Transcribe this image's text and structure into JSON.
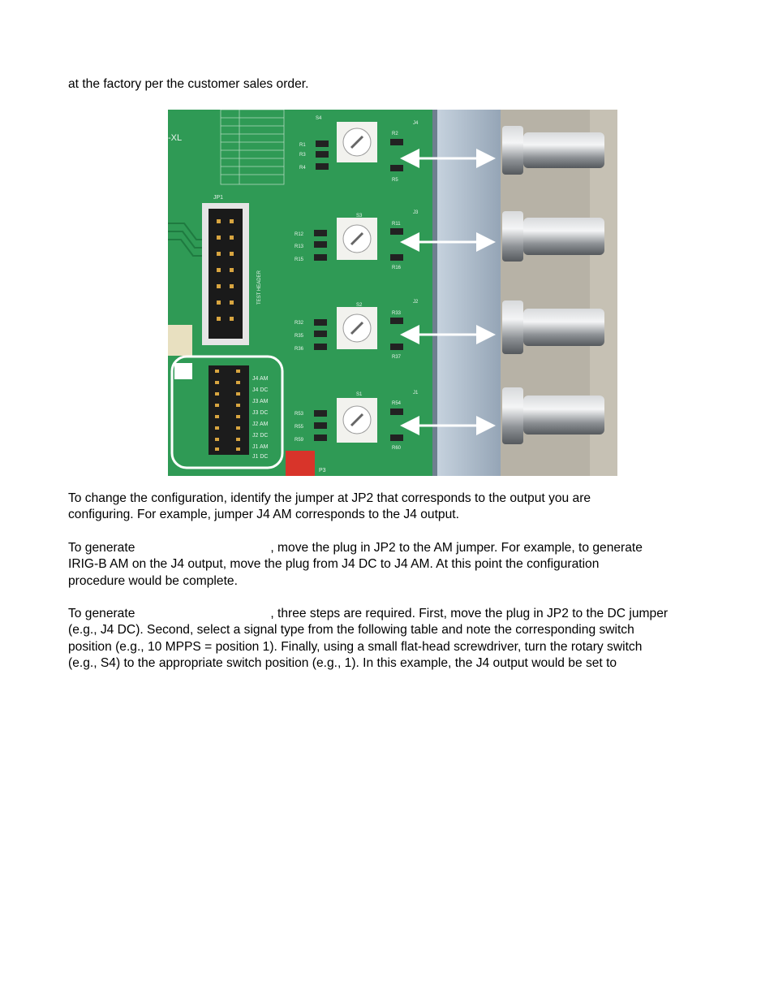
{
  "intro_line": "at the factory per the customer sales order.",
  "photo": {
    "labels": {
      "s4": "S4",
      "s3": "S3",
      "s2": "S2",
      "s1": "S1",
      "r1": "R1",
      "r2": "R2",
      "r3": "R3",
      "r4": "R4",
      "r5": "R5",
      "r11": "R11",
      "r12": "R12",
      "r13": "R13",
      "r15": "R15",
      "r16": "R16",
      "r32": "R32",
      "r33": "R33",
      "r35": "R35",
      "r36": "R36",
      "r37": "R37",
      "r53": "R53",
      "r54": "R54",
      "r55": "R55",
      "r59": "R59",
      "r60": "R60",
      "j4": "J4",
      "j3": "J3",
      "j2": "J2",
      "j1": "J1",
      "jp1": "JP1",
      "test_header": "TEST HEADER",
      "p3": "P3",
      "xl": "-XL",
      "jp2_rows": [
        "J4 AM",
        "J4 DC",
        "J3 AM",
        "J3 DC",
        "J2 AM",
        "J2 DC",
        "J1 AM",
        "J1 DC"
      ]
    },
    "colors": {
      "pcb": "#2f9a55",
      "panel": "#a9b8c8",
      "outline": "#ffffff"
    }
  },
  "para1": {
    "line1": "To change the configuration, identify the jumper at JP2 that corresponds to the output you are",
    "line2": "configuring. For example, jumper J4 AM corresponds to the J4 output."
  },
  "para2": {
    "start": "To generate",
    "rest": ", move the plug in JP2 to the AM jumper. For example, to generate",
    "line2": "IRIG-B AM on the J4 output, move the plug from J4 DC to J4 AM. At this point the configuration",
    "line3": "procedure would be complete."
  },
  "para3": {
    "start": "To generate",
    "rest": ", three steps are required. First, move the plug in JP2 to the DC jumper",
    "line2": "(e.g., J4 DC). Second, select a signal type from the following table and note the corresponding switch",
    "line3": "position (e.g., 10 MPPS = position 1). Finally, using a small flat-head screwdriver, turn the rotary switch",
    "line4": "(e.g., S4) to the appropriate switch position (e.g., 1). In this example, the J4 output would be set to"
  }
}
